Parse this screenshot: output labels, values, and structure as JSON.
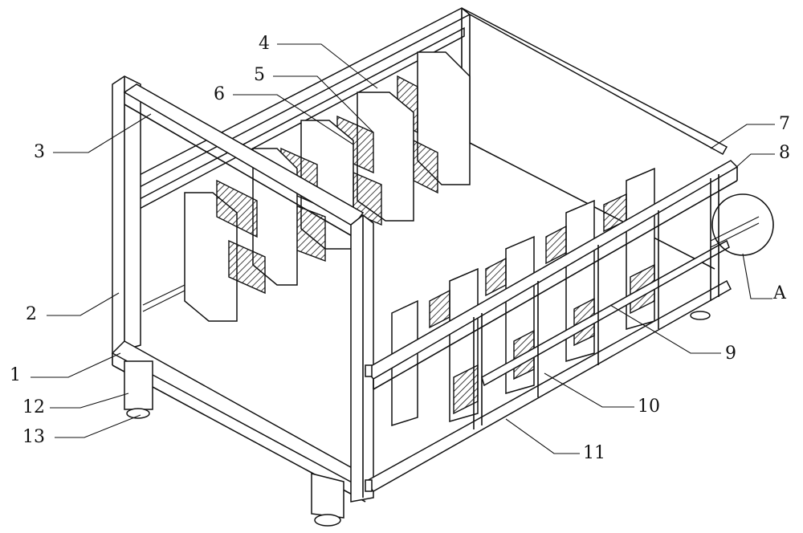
{
  "figure": {
    "labels": {
      "l1": "1",
      "l2": "2",
      "l3": "3",
      "l4": "4",
      "l5": "5",
      "l6": "6",
      "l7": "7",
      "l8": "8",
      "l9": "9",
      "l10": "10",
      "l11": "11",
      "l12": "12",
      "l13": "13",
      "lA": "A"
    }
  }
}
